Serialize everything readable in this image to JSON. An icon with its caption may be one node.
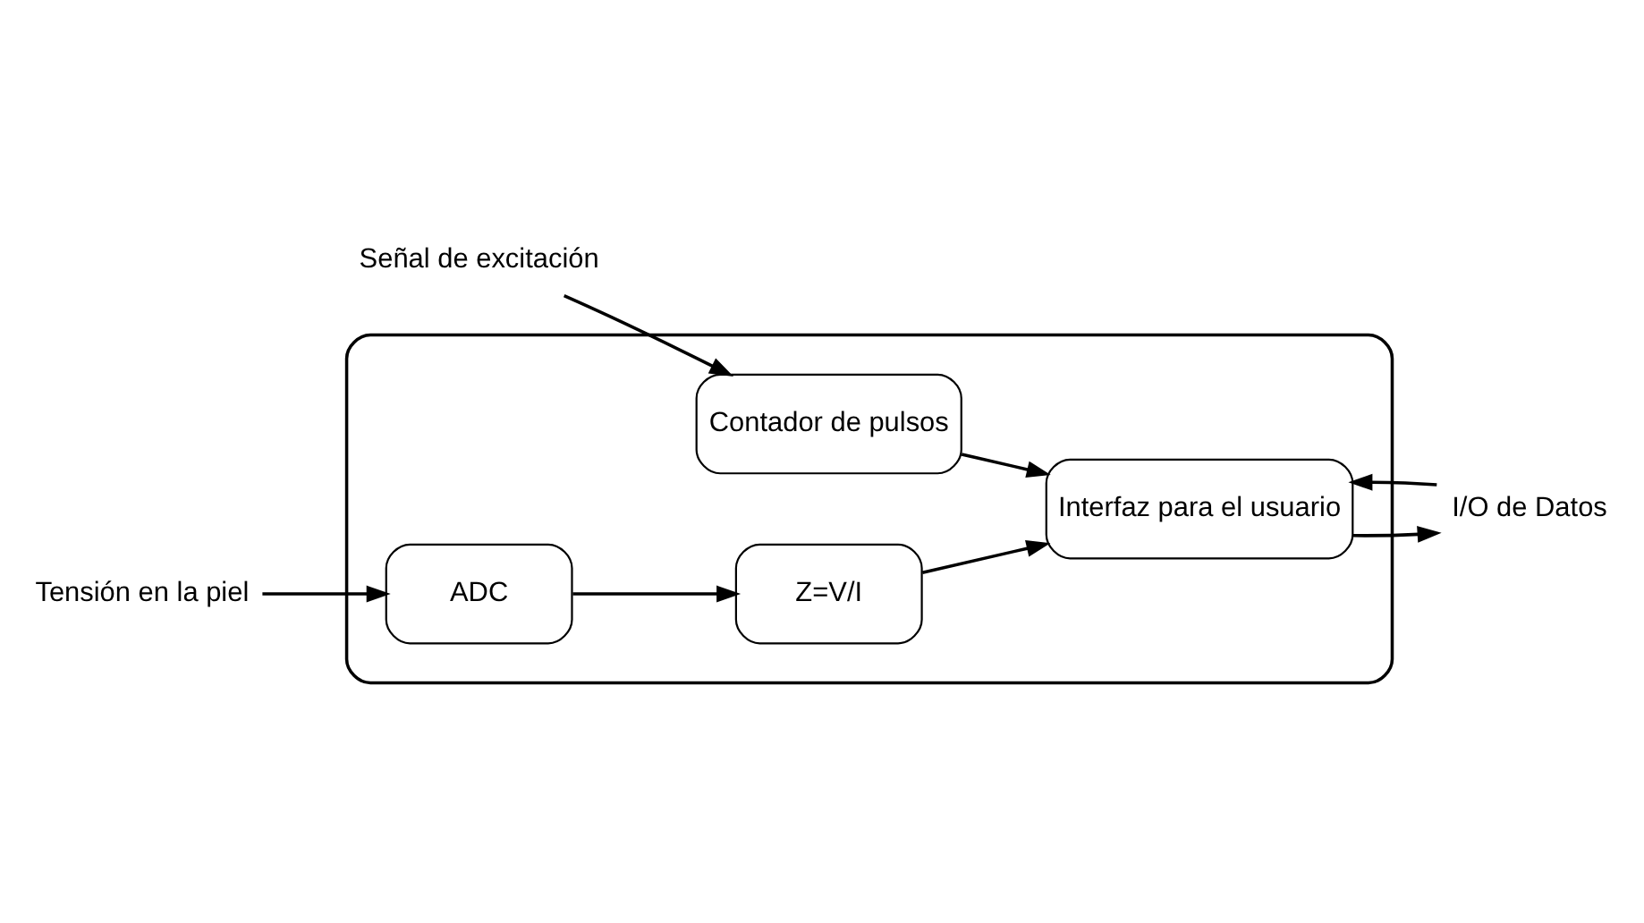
{
  "diagram": {
    "nodes": [
      {
        "text": [],
        "shape": "box"
      },
      {
        "text": [
          "Tensión en la piel"
        ]
      },
      {
        "text": [
          "ADC"
        ],
        "in": 0
      },
      {
        "text": [
          "Z=V/I"
        ],
        "in": 0
      },
      {
        "text": [
          "Señal de excitación"
        ]
      },
      {
        "text": [
          "Contador de pulsos"
        ],
        "in": 0
      },
      {
        "text": [
          "Interfaz para el usuario"
        ],
        "in": 0
      },
      {
        "text": [
          "I/O de Datos"
        ]
      }
    ],
    "edges": [
      {
        "from": 1,
        "to": 2,
        "arrow": "to"
      },
      {
        "from": 2,
        "to": 3,
        "arrow": "to"
      },
      {
        "from": 3,
        "to": 6,
        "arrow": "to"
      },
      {
        "from": 4,
        "to": 5,
        "arrow": "to"
      },
      {
        "from": 5,
        "to": 6,
        "arrow": "to"
      },
      {
        "from": 6,
        "to": 7,
        "arrow": "to"
      },
      {
        "from": 7,
        "to": 6,
        "arrow": "to"
      }
    ]
  }
}
